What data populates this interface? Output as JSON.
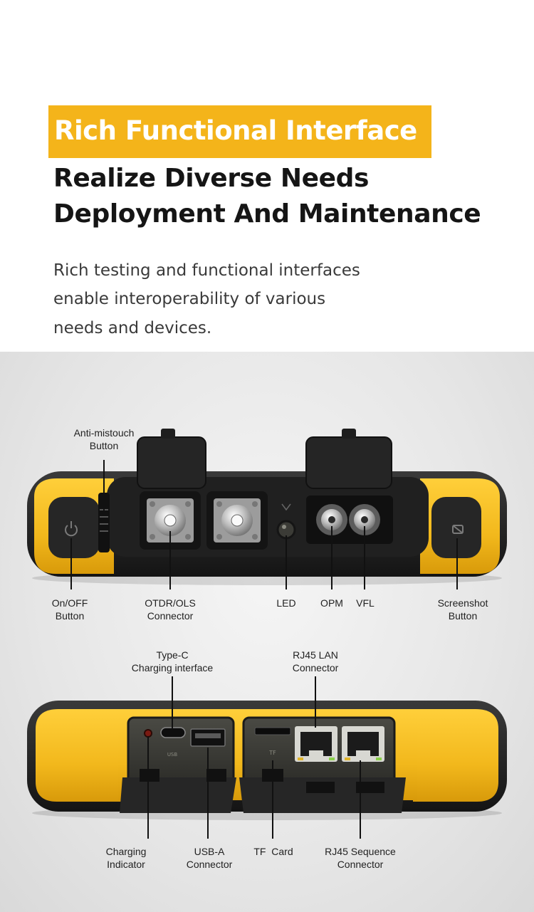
{
  "header": {
    "tag": "Rich Functional Interface",
    "headline_line1": "Realize Diverse Needs",
    "headline_line2": "Deployment And Maintenance",
    "description": [
      "Rich testing and functional interfaces",
      "enable interoperability of various",
      "needs and devices."
    ]
  },
  "top_view": {
    "anti_mistouch": [
      "Anti-mistouch",
      "Button"
    ],
    "on_off": [
      "On/OFF",
      "Button"
    ],
    "otdr_ols": [
      "OTDR/OLS",
      "Connector"
    ],
    "led": "LED",
    "opm": "OPM",
    "vfl": "VFL",
    "screenshot": [
      "Screenshot",
      "Button"
    ]
  },
  "bottom_view": {
    "type_c": [
      "Type-C",
      "Charging interface"
    ],
    "rj45_lan": [
      "RJ45 LAN",
      "Connector"
    ],
    "charging_indicator": [
      "Charging",
      "Indicator"
    ],
    "usb_a": [
      "USB-A",
      "Connector"
    ],
    "tf_card": "TF  Card",
    "rj45_sequence": [
      "RJ45 Sequence",
      "Connector"
    ],
    "usb_mark": "USB",
    "tf_mark": "TF"
  },
  "colors": {
    "accent": "#f4b41a",
    "device_yellow": "#f2b81c",
    "device_black": "#1e1e1e"
  }
}
